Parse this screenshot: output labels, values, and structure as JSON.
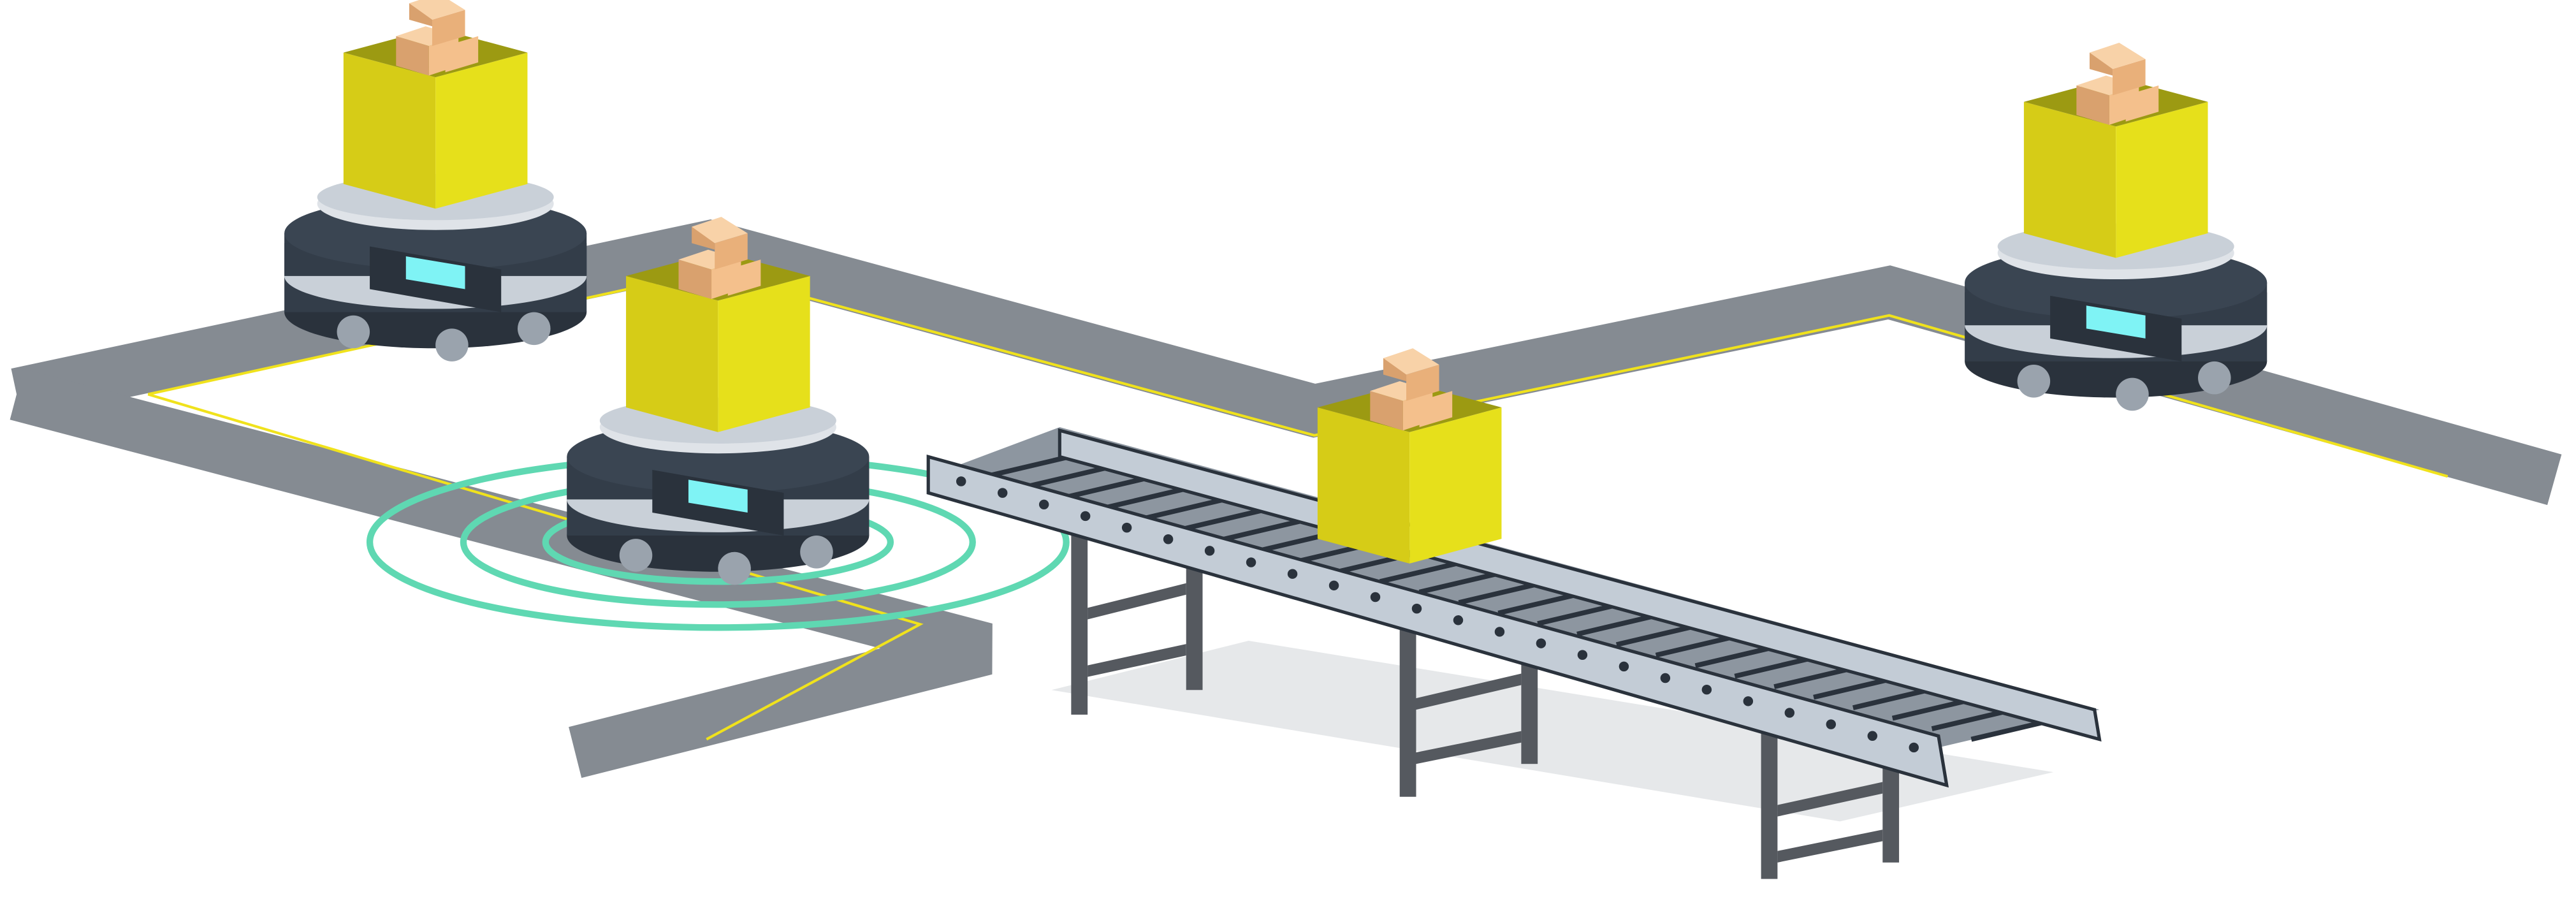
{
  "scene": {
    "colors": {
      "background": "#ffffff",
      "track": "#858b92",
      "track_line": "#f0e21c",
      "robot_body": "#333d49",
      "robot_band": "#c9d0d8",
      "robot_screen": "#7ff3f5",
      "cargo_box_front": "#e6e01b",
      "cargo_box_side": "#d6cc17",
      "parcel": "#f4c08c",
      "parcel_shade": "#d9a16e",
      "signal_rings": "#5fd8b2",
      "conveyor_rail": "#c3ccd6",
      "conveyor_leg": "#55595f",
      "shadow": "#e6e8ea"
    },
    "robots": [
      {
        "name": "robot-top-left",
        "icon": "agv-robot-icon"
      },
      {
        "name": "robot-center-signaling",
        "icon": "agv-robot-icon"
      },
      {
        "name": "robot-right",
        "icon": "agv-robot-icon"
      }
    ]
  }
}
